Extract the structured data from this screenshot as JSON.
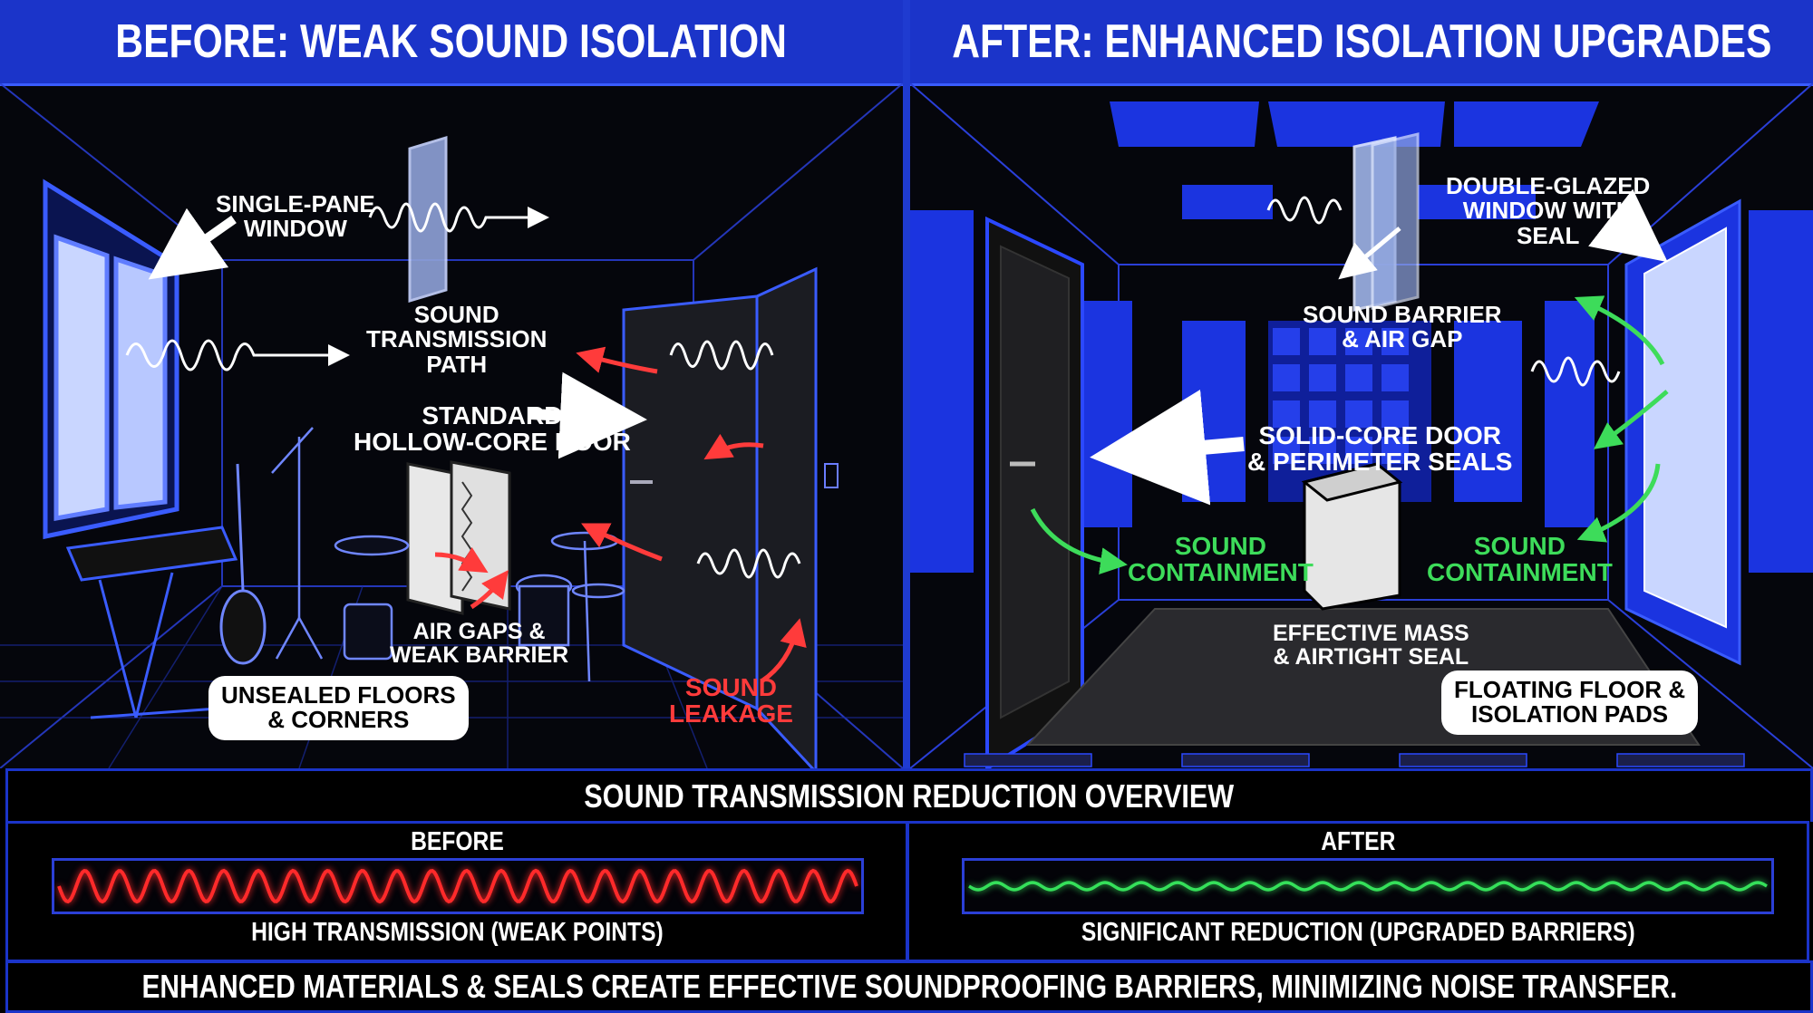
{
  "before": {
    "title": "BEFORE: WEAK SOUND ISOLATION",
    "labels": {
      "window": [
        "SINGLE-PANE",
        "WINDOW"
      ],
      "path": [
        "SOUND",
        "TRANSMISSION",
        "PATH"
      ],
      "door": [
        "STANDARD",
        "HOLLOW-CORE DOOR"
      ],
      "gaps": [
        "AIR GAPS &",
        "WEAK BARRIER"
      ],
      "floors": [
        "UNSEALED FLOORS",
        "& CORNERS"
      ],
      "leak": [
        "SOUND",
        "LEAKAGE"
      ]
    }
  },
  "after": {
    "title": "AFTER: ENHANCED ISOLATION UPGRADES",
    "labels": {
      "window": [
        "DOUBLE-GLAZED",
        "WINDOW WITH",
        "SEAL"
      ],
      "barrier": [
        "SOUND BARRIER",
        "& AIR GAP"
      ],
      "door": [
        "SOLID-CORE DOOR",
        "& PERIMETER SEALS"
      ],
      "contain_left": [
        "SOUND",
        "CONTAINMENT"
      ],
      "contain_right": [
        "SOUND",
        "CONTAINMENT"
      ],
      "mass": [
        "EFFECTIVE MASS",
        "& AIRTIGHT SEAL"
      ],
      "floor": [
        "FLOATING FLOOR &",
        "ISOLATION PADS"
      ]
    }
  },
  "overview": {
    "title": "SOUND TRANSMISSION REDUCTION OVERVIEW",
    "before_label": "BEFORE",
    "before_caption": "HIGH TRANSMISSION (WEAK POINTS)",
    "after_label": "AFTER",
    "after_caption": "SIGNIFICANT REDUCTION (UPGRADED BARRIERS)",
    "footer": "ENHANCED MATERIALS & SEALS CREATE EFFECTIVE SOUNDPROOFING BARRIERS, MINIMIZING NOISE TRANSFER."
  },
  "colors": {
    "accent": "#1b34c9",
    "red_wave": "#ff2a2a",
    "green_wave": "#35e05a",
    "leak": "#ff3b3b",
    "contain": "#3ddc5a"
  }
}
